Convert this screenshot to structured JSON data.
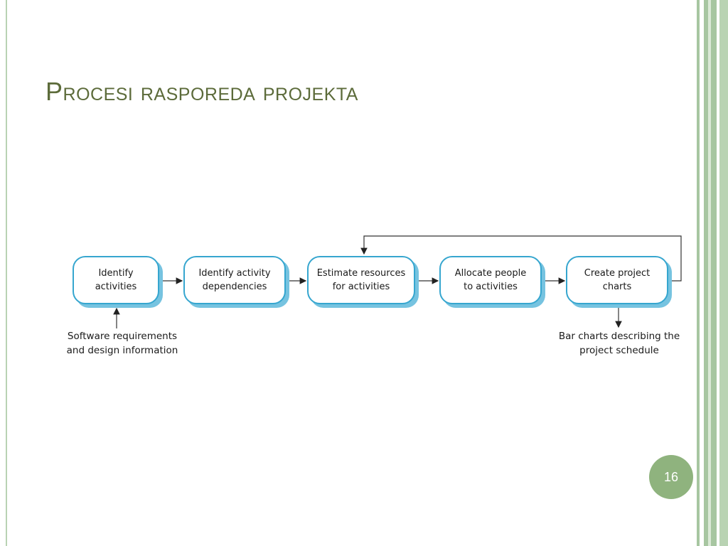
{
  "slide": {
    "title": "Procesi rasporeda projekta",
    "page_number": "16"
  },
  "diagram": {
    "activities": [
      {
        "label": "Identify\nactivities"
      },
      {
        "label": "Identify activity\ndependencies"
      },
      {
        "label": "Estimate resources\nfor activities"
      },
      {
        "label": "Allocate people\nto activities"
      },
      {
        "label": "Create project\ncharts"
      }
    ],
    "input": "Software requirements\nand design information",
    "output": "Bar charts describing the\nproject schedule"
  },
  "colors": {
    "title": "#5c6b3a",
    "box_border": "#36a6cf",
    "box_shadow": "#76c3e0",
    "accent_green": "#8fb37e"
  }
}
